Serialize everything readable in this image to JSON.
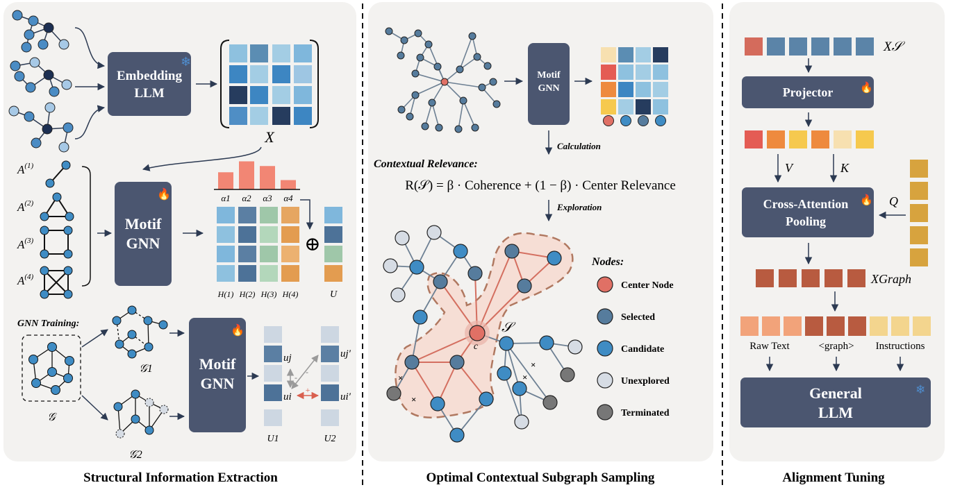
{
  "left_panel": {
    "embedding_llm": {
      "line1": "Embedding",
      "line2": "LLM"
    },
    "x_label": "X",
    "motif_gnn_top": {
      "line1": "Motif",
      "line2": "GNN"
    },
    "adjacency_labels": [
      "A(1)",
      "A(2)",
      "A(3)",
      "A(4)"
    ],
    "alpha_labels": [
      "α1",
      "α2",
      "α3",
      "α4"
    ],
    "alpha_values": [
      0.55,
      0.9,
      0.75,
      0.3
    ],
    "h_labels": [
      "H(1)",
      "H(2)",
      "H(3)",
      "H(4)"
    ],
    "u_label": "U",
    "plus_symbol": "⊕",
    "gnn_training": "GNN Training:",
    "graph_g": "𝒢",
    "graph_g1": "𝒢1",
    "graph_g2": "𝒢2",
    "motif_gnn_bottom": {
      "line1": "Motif",
      "line2": "GNN"
    },
    "uj": "uj",
    "ui": "ui",
    "uj_prime": "uj′",
    "ui_prime": "ui′",
    "minus_sign": "-",
    "plus_sign": "+",
    "u1": "U1",
    "u2": "U2",
    "caption": "Structural Information Extraction"
  },
  "middle_panel": {
    "motif_gnn": {
      "line1": "Motif",
      "line2": "GNN"
    },
    "calculation": "Calculation",
    "contextual_relevance": "Contextual Relevance:",
    "formula": "R(𝒮) = β · Coherence + (1 − β) · Center Relevance",
    "exploration": "Exploration",
    "c_label": "c",
    "s_label": "𝒮",
    "legend_title": "Nodes:",
    "legend": [
      {
        "label": "Center Node",
        "color": "#e07065"
      },
      {
        "label": "Selected",
        "color": "#567c9d"
      },
      {
        "label": "Candidate",
        "color": "#3f8cc4"
      },
      {
        "label": "Unexplored",
        "color": "#d6dce4"
      },
      {
        "label": "Terminated",
        "color": "#777777"
      }
    ],
    "caption": "Optimal Contextual Subgraph Sampling"
  },
  "right_panel": {
    "xs_label": "X𝒮",
    "projector": "Projector",
    "v_label": "V",
    "k_label": "K",
    "q_label": "Q",
    "cross_attention": {
      "line1": "Cross-Attention",
      "line2": "Pooling"
    },
    "xgraph_label": "XGraph",
    "raw_text": "Raw Text",
    "graph_token": "<graph>",
    "instructions": "Instructions",
    "general_llm": {
      "line1": "General",
      "line2": "LLM"
    },
    "caption": "Alignment Tuning"
  }
}
